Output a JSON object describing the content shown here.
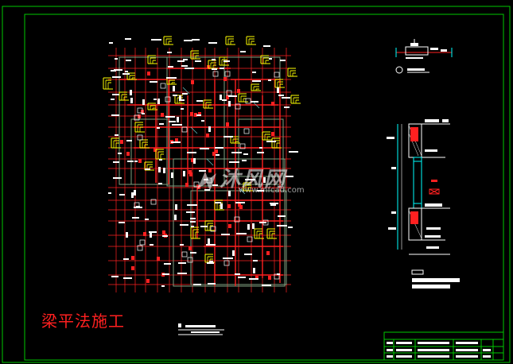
{
  "drawing": {
    "title": "梁平法施工",
    "watermark_text": "沐风网",
    "watermark_url": "www.mfcad.com"
  },
  "colors": {
    "background": "#000000",
    "frame": "#00c800",
    "grid_axis": "#ff2020",
    "beam": "#ff2020",
    "wall": "#c8c8c8",
    "annotation": "#ffff00",
    "text": "#ffffff",
    "title": "#ff2020",
    "detail": "#00ffff"
  }
}
